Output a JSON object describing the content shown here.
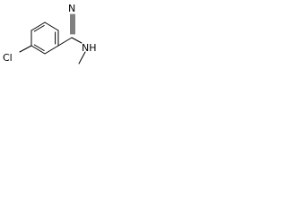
{
  "molecule": {
    "atoms": {
      "chlorine": "Cl",
      "nitrile_nitrogen": "N",
      "amine": "NH"
    }
  },
  "colors": {
    "bond": "#000000",
    "label": "#000000",
    "background": "#ffffff"
  }
}
